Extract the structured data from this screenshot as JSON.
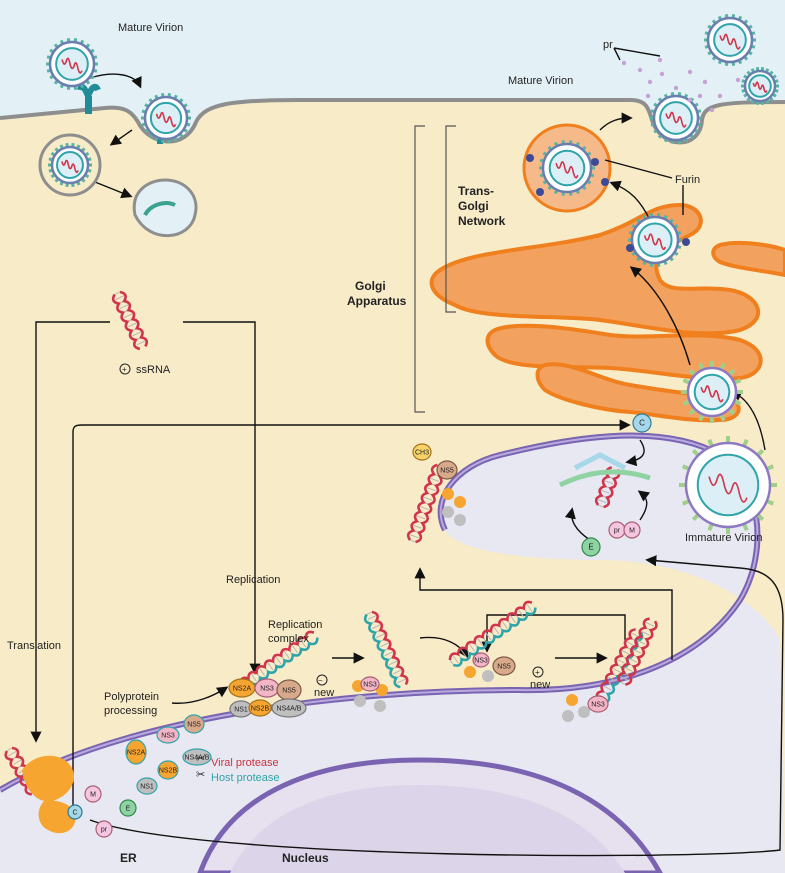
{
  "labels": {
    "mature_virion_top": "Mature Virion",
    "mature_virion_exit": "Mature Virion",
    "pr": "pr",
    "furin": "Furin",
    "trans_golgi": [
      "Trans-",
      "Golgi",
      "Network"
    ],
    "golgi": [
      "Golgi",
      "Apparatus"
    ],
    "ssrna": "ssRNA",
    "plus_sign": "+",
    "minus_sign": "−",
    "translation": "Translation",
    "replication": "Replication",
    "replication_complex": [
      "Replication",
      "complex"
    ],
    "polyprotein": [
      "Polyprotein",
      "processing"
    ],
    "new_minus": "new",
    "new_plus": "new",
    "viral_protease": "Viral protease",
    "host_protease": "Host protease",
    "immature_virion": "Immature Virion",
    "er": "ER",
    "nucleus": "Nucleus"
  },
  "proteins": {
    "ns2a": "NS2A",
    "ns3": "NS3",
    "ns5": "NS5",
    "ns1": "NS1",
    "ns2b": "NS2B",
    "ns4ab": "NS4A/B",
    "c": "C",
    "m": "M",
    "e": "E",
    "pr": "pr",
    "ch3": "CH3"
  },
  "colors": {
    "cytoplasm": "#f8ebc8",
    "extracellular": "#e3f1f7",
    "membrane": "#7a64b2",
    "er_lumen": "#e7e8f2",
    "golgi_fill": "#f2a15e",
    "golgi_edge": "#f07f1e",
    "rna_red": "#d0354b",
    "rna_teal": "#2fa4a9"
  }
}
